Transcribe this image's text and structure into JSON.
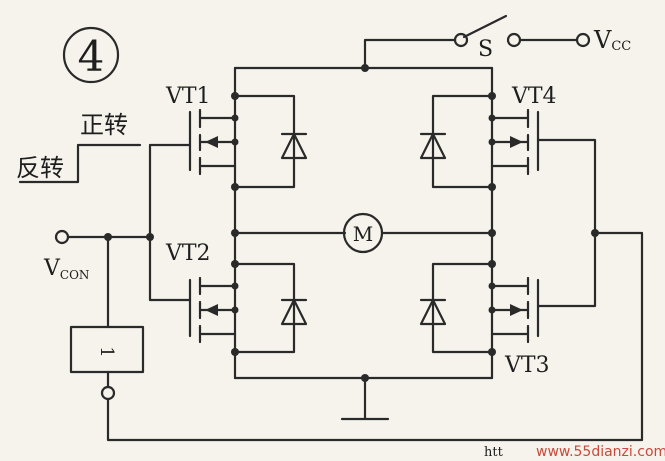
{
  "diagram": {
    "step_number": "4",
    "forward_label": "正转",
    "reverse_label": "反转",
    "switch_label": "S",
    "supply_label": "V",
    "supply_sub": "CC",
    "control_label": "V",
    "control_sub": "CON",
    "motor_label": "M",
    "inverter_label": "1",
    "transistors": [
      "VT1",
      "VT2",
      "VT3",
      "VT4"
    ],
    "watermark_prefix": "htt",
    "watermark_site": "www.55dianzi.com"
  }
}
